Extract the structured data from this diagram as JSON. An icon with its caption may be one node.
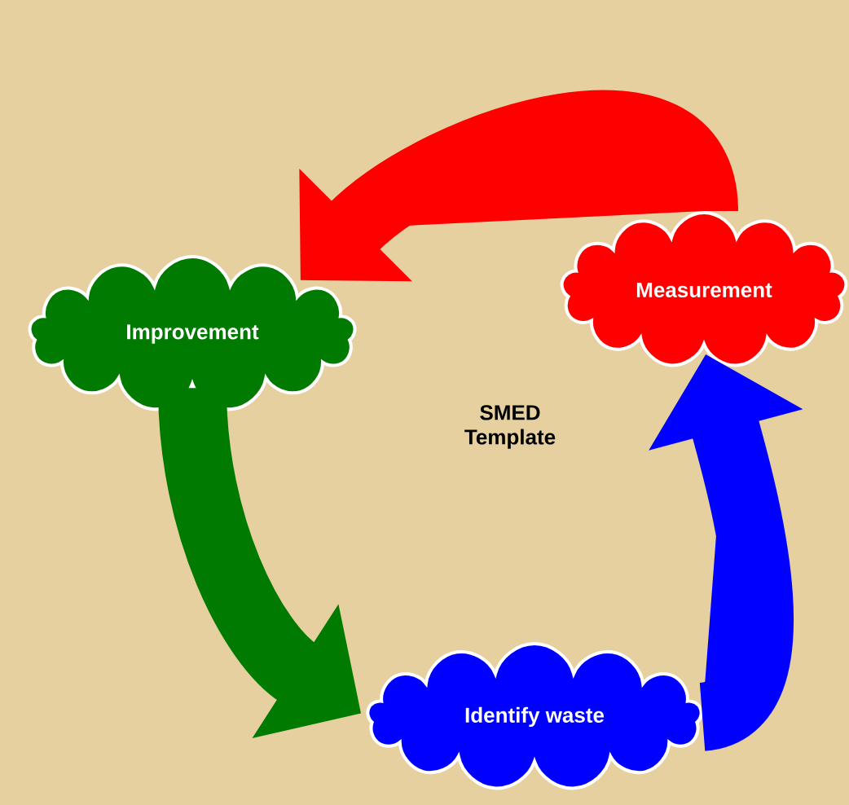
{
  "diagram": {
    "nodes": [
      {
        "text": [
          "Measurement"
        ]
      },
      {
        "text": [
          "Improvement"
        ]
      },
      {
        "text": [
          "Identify waste"
        ]
      }
    ],
    "edges": [
      {
        "from": 0,
        "to": 1,
        "arrow": "to",
        "color": "#ff0000"
      },
      {
        "from": 1,
        "to": 2,
        "arrow": "to",
        "color": "#007a00"
      },
      {
        "from": 2,
        "to": 0,
        "arrow": "to",
        "color": "#0000ff"
      }
    ],
    "labels": [
      "SMED Template"
    ]
  }
}
